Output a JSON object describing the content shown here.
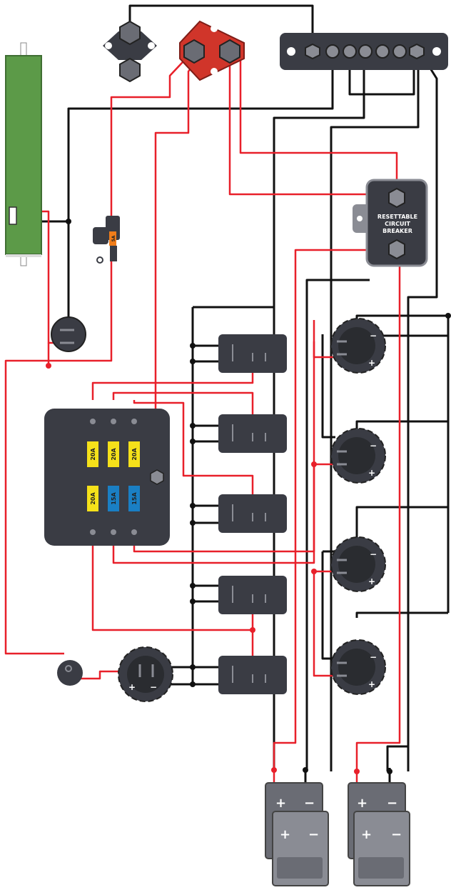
{
  "breaker": {
    "line1": "RESETTABLE",
    "line2": "CIRCUIT",
    "line3": "BREAKER"
  },
  "fuse_block": {
    "top_row": [
      "20A",
      "20A",
      "20A"
    ],
    "bottom_row": [
      "20A",
      "15A",
      "15A"
    ]
  },
  "inline_fuse": "5A",
  "sockets": {
    "minus": "−",
    "plus": "+"
  },
  "connectors": {
    "plus": "+",
    "minus": "−"
  },
  "colors": {
    "red_wire": "#e8202a",
    "black_wire": "#111111",
    "panel": "#3a3c44",
    "green_strip": "#5c9a48",
    "fuse_yellow": "#f5e11a",
    "fuse_blue": "#1a7fc4",
    "fuse_orange": "#f07d1a",
    "red_bus": "#d0352a"
  }
}
